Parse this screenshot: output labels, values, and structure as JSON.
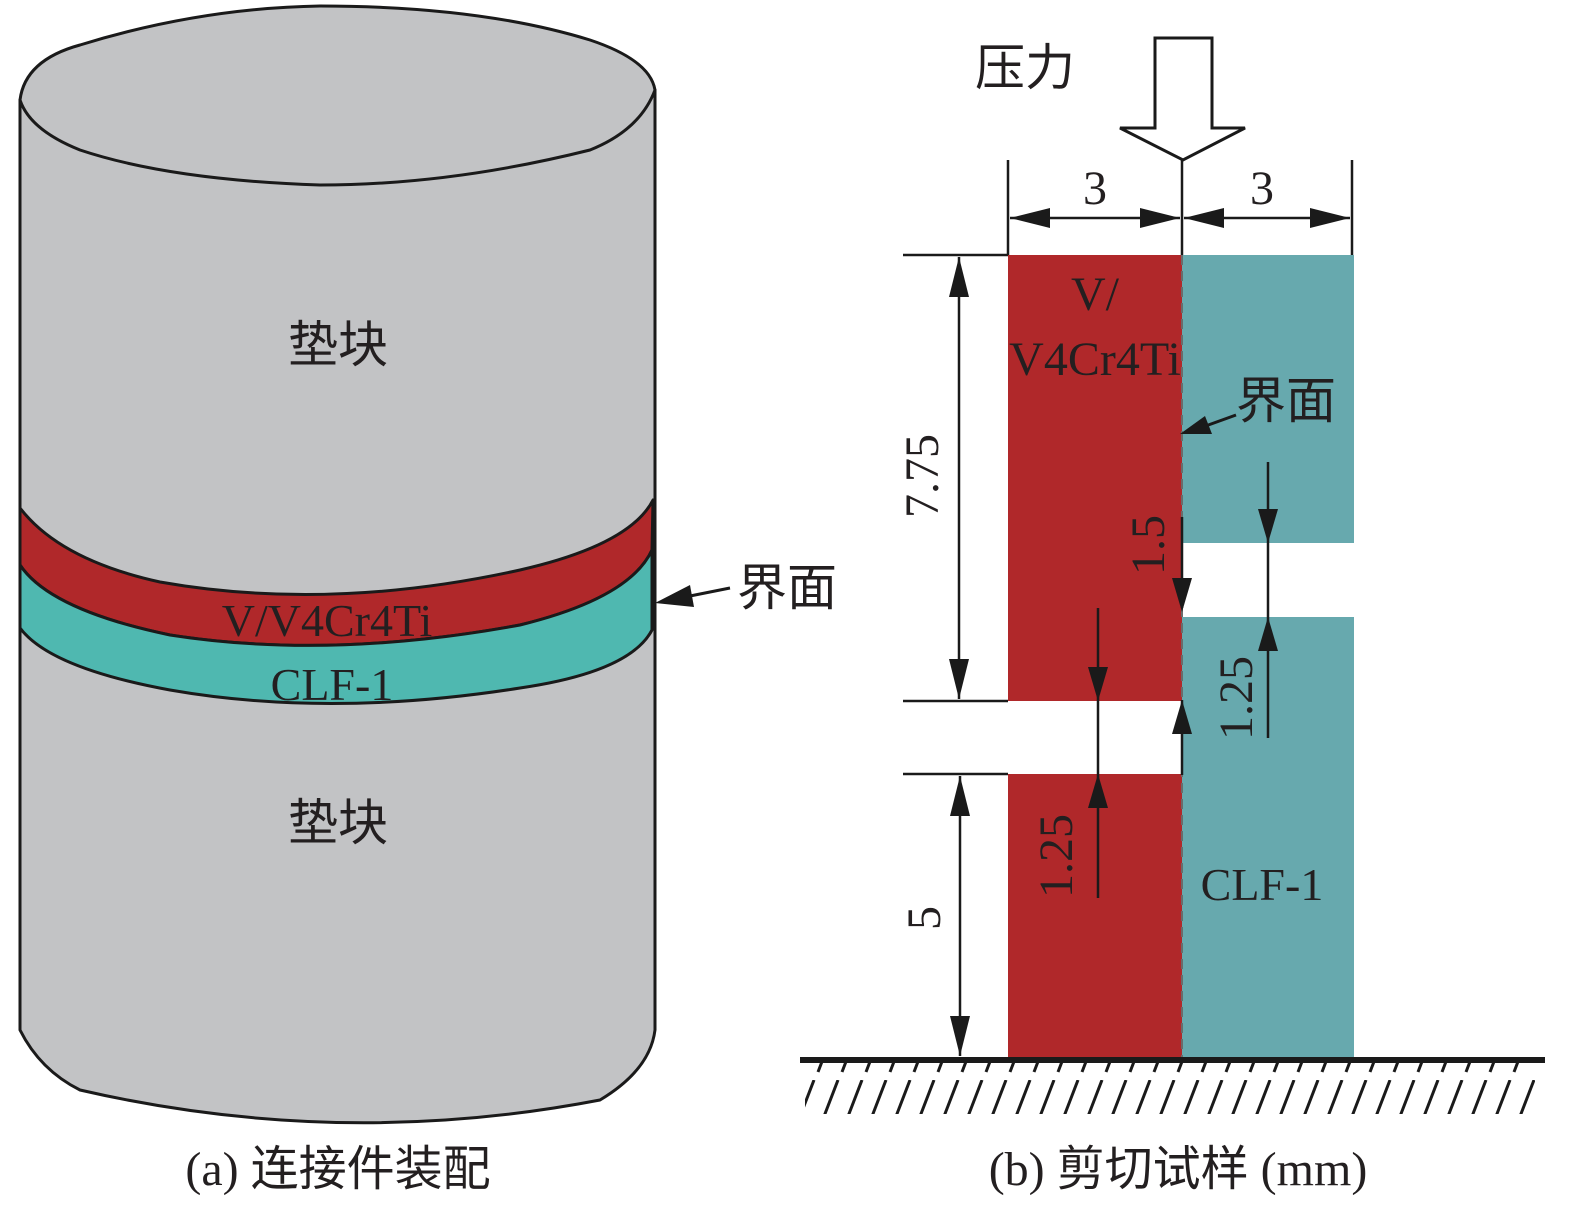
{
  "colors": {
    "pad_gray": "#c2c3c5",
    "vanadium_red": "#b0282a",
    "clf1_teal_assembly": "#4fb8b0",
    "clf1_teal_specimen": "#67a9ae",
    "line": "#1a1a1a",
    "text": "#231f20"
  },
  "panel_a": {
    "caption": "(a) 连接件装配",
    "upper_pad_label": "垫块",
    "lower_pad_label": "垫块",
    "vanadium_layer_label": "V/V4Cr4Ti",
    "clf_layer_label": "CLF-1",
    "interface_label": "界面"
  },
  "panel_b": {
    "caption": "(b) 剪切试样 (mm)",
    "force_label": "压力",
    "vanadium_label_line1": "V/",
    "vanadium_label_line2": "V4Cr4Ti",
    "clf_label": "CLF-1",
    "interface_label": "界面",
    "dimensions": {
      "left_width": "3",
      "right_width": "3",
      "upper_height": "7.75",
      "lower_height": "5",
      "bond_length": "1.5",
      "left_notch": "1.25",
      "right_notch": "1.25"
    }
  }
}
